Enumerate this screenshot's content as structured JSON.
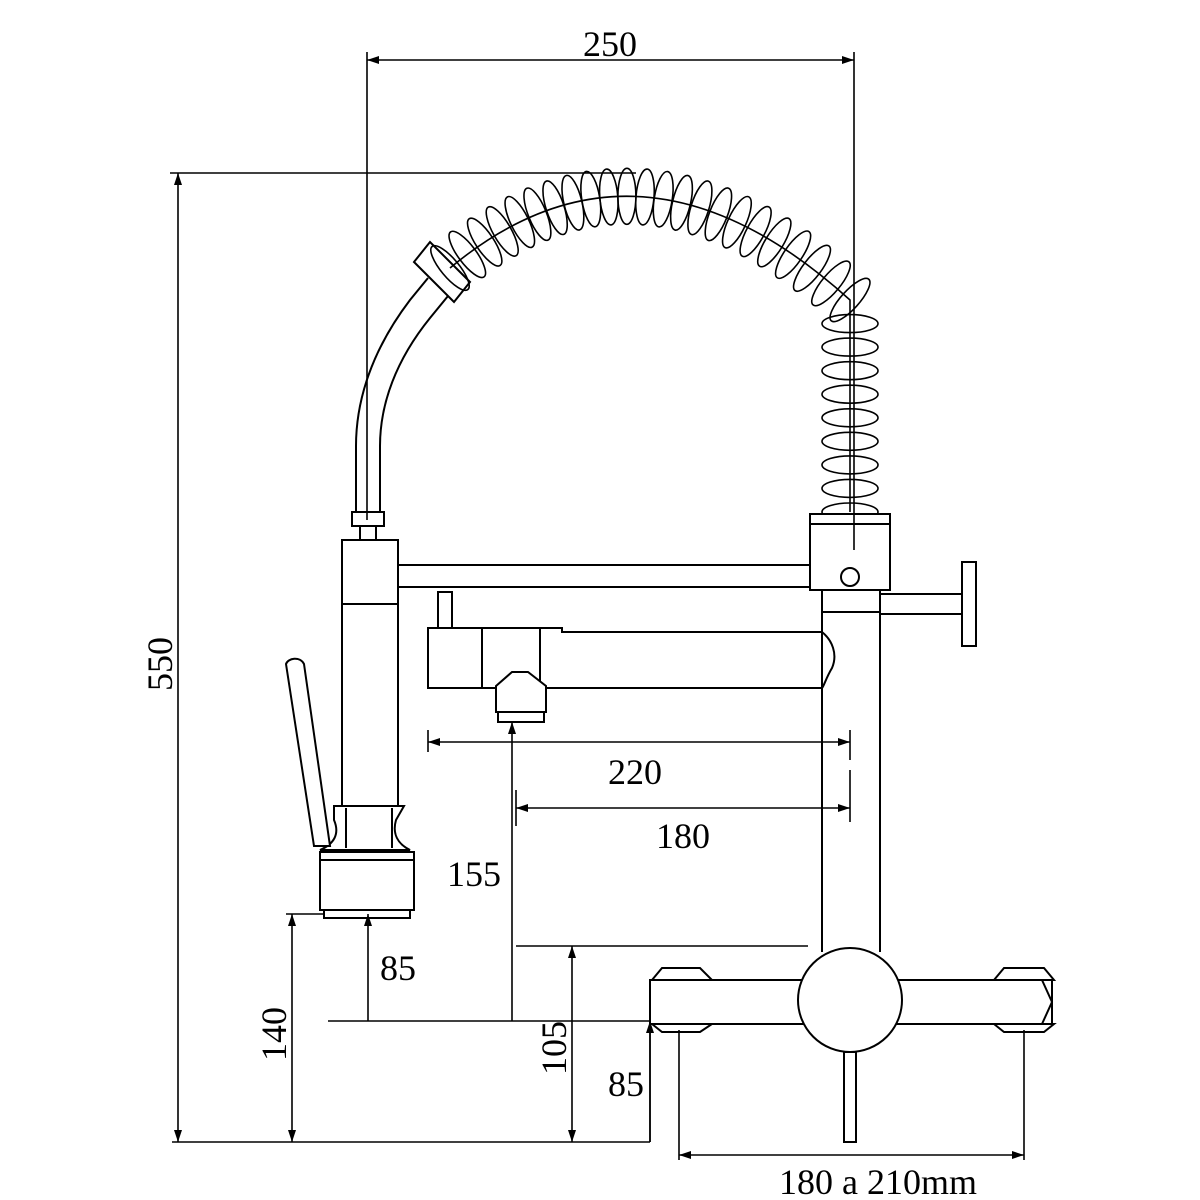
{
  "diagram": {
    "dimensions": {
      "overall_width": "250",
      "overall_height": "550",
      "spout_reach": "220",
      "outlet_reach": "180",
      "outlet_height": "155",
      "sprayer_clearance": "85",
      "sprayer_height": "140",
      "inlet_to_spout": "105",
      "inlet_height": "85",
      "inlet_centers": "180 a 210mm"
    }
  }
}
